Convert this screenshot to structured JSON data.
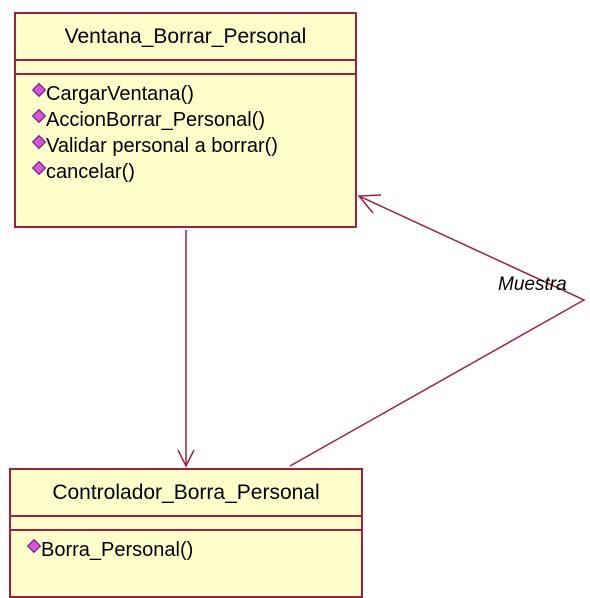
{
  "classes": {
    "ventana": {
      "name": "Ventana_Borrar_Personal",
      "operations": [
        "CargarVentana()",
        "AccionBorrar_Personal()",
        "Validar personal a borrar()",
        "cancelar()"
      ]
    },
    "controlador": {
      "name": "Controlador_Borra_Personal",
      "operations": [
        "Borra_Personal()"
      ]
    }
  },
  "relations": {
    "muestra_label": "Muestra"
  },
  "colors": {
    "class_fill": "#ffffcc",
    "class_border": "#a02040",
    "line": "#a02040",
    "operation_icon": "#d455d8"
  }
}
